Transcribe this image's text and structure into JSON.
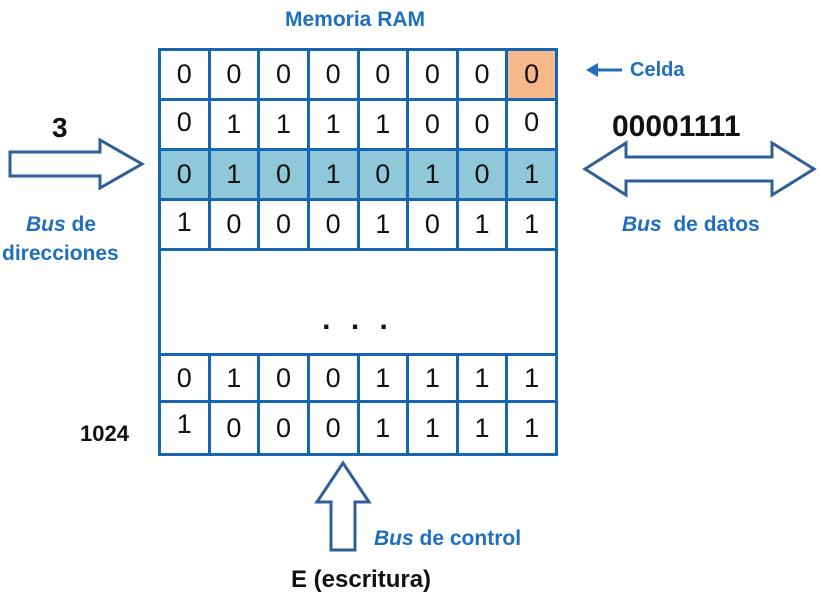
{
  "title": "Memoria RAM",
  "rows": [
    [
      "0",
      "0",
      "0",
      "0",
      "0",
      "0",
      "0",
      "0"
    ],
    [
      "0",
      "1",
      "1",
      "1",
      "1",
      "0",
      "0",
      "0"
    ],
    [
      "0",
      "1",
      "0",
      "1",
      "0",
      "1",
      "0",
      "1"
    ],
    [
      "1",
      "0",
      "0",
      "0",
      "1",
      "0",
      "1",
      "1"
    ],
    [
      "0",
      "1",
      "0",
      "0",
      "1",
      "1",
      "1",
      "1"
    ],
    [
      "1",
      "0",
      "0",
      "0",
      "1",
      "1",
      "1",
      "1"
    ]
  ],
  "ellipsis": ". . .",
  "address_value": "3",
  "data_value": "00001111",
  "last_address": "1024",
  "labels": {
    "celda": "Celda",
    "bus_address_italic": "Bus",
    "bus_address_rest": " de",
    "bus_address_line2": "direcciones",
    "bus_data_italic": "Bus",
    "bus_data_rest": "  de datos",
    "bus_control_italic": "Bus",
    "bus_control_rest": " de control",
    "write": "E (escritura)"
  },
  "colors": {
    "grid": "#1565b0",
    "highlight_row": "#8fc8d8",
    "celda_cell": "#f6b88a",
    "label_blue": "#1f6fbf",
    "arrow_outline": "#2f5f95"
  }
}
